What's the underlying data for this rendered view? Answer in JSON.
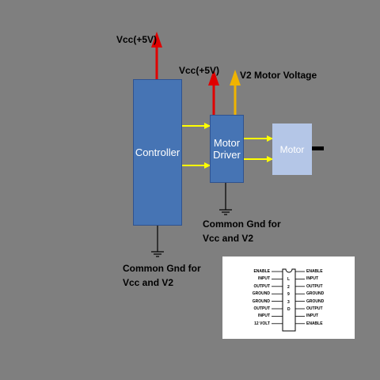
{
  "labels": {
    "vcc_controller": "Vcc(+5V)",
    "vcc_driver": "Vcc(+5V)",
    "v2_motor": "V2 Motor Voltage",
    "gnd_driver_line1": "Common Gnd for",
    "gnd_driver_line2": "Vcc and V2",
    "gnd_controller_line1": "Common Gnd for",
    "gnd_controller_line2": "Vcc and V2"
  },
  "blocks": {
    "controller": "Controller",
    "driver_line1": "Motor",
    "driver_line2": "Driver",
    "motor": "Motor"
  },
  "pinout": {
    "left_pins": [
      "ENABLE",
      "INPUT",
      "OUTPUT",
      "GROUND",
      "GROUND",
      "OUTPUT",
      "INPUT",
      "12 VOLT"
    ],
    "right_pins": [
      "ENABLE",
      "INPUT",
      "OUTPUT",
      "GROUND",
      "GROUND",
      "OUTPUT",
      "INPUT",
      "ENABLE"
    ],
    "chip_marks": [
      "L",
      "2",
      "9",
      "3",
      "D"
    ]
  },
  "colors": {
    "background": "#7f7f7f",
    "block_blue": "#4674b4",
    "motor_blue": "#b4c6e7",
    "arrow_red": "#e00000",
    "arrow_orange": "#f0b400",
    "signal_yellow": "#ffff00"
  }
}
